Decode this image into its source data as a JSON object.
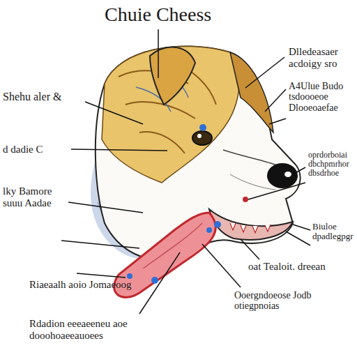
{
  "diagram": {
    "title": "Chuie Cheess",
    "labels": [
      "Dlledeasaer acdoigy sro",
      "A4Ulue Budo tsdoooeoe Dlooeoaefae",
      "Shehu aler &",
      "d dadie C",
      "lky Bamore suuu Aadae",
      "oprdorboiai dbchpmrhor dbsdrhoe",
      "Biuloe dpadlegpgr",
      "oat Tealoit. dreean",
      "Riaeaalh aoio Jomaeoog",
      "Rdadion eeeaeeneu aoe dooohoaeeauoees",
      "Ooergndoeose Jodb otiegpnoias"
    ]
  }
}
